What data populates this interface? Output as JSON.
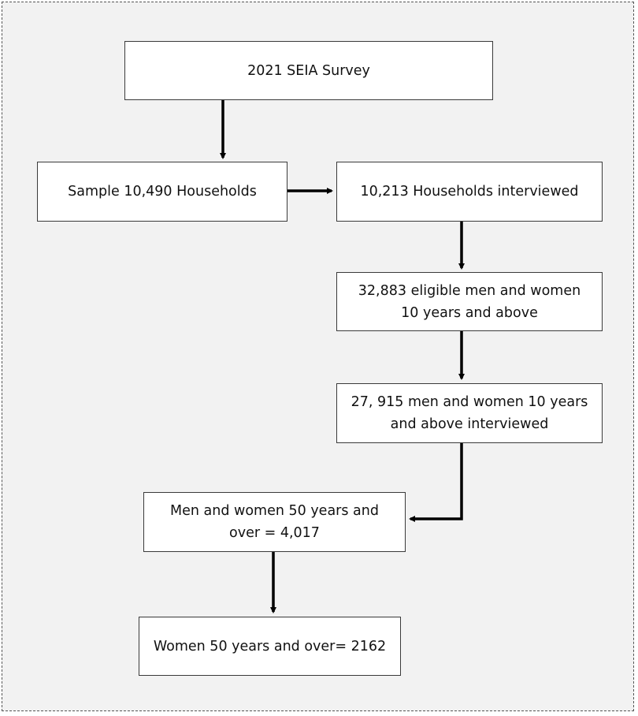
{
  "flowchart": {
    "nodes": {
      "survey": {
        "lines": [
          "2021 SEIA Survey"
        ]
      },
      "sample": {
        "lines": [
          "Sample 10,490 Households"
        ]
      },
      "interviewed_households": {
        "lines": [
          "10,213 Households interviewed"
        ]
      },
      "eligible": {
        "lines": [
          "32,883 eligible men and women",
          "10 years and above"
        ]
      },
      "interviewed_people": {
        "lines": [
          "27, 915 men and women 10 years",
          "and above interviewed"
        ]
      },
      "over50": {
        "lines": [
          "Men and women 50 years and",
          "over = 4,017"
        ]
      },
      "women50": {
        "lines": [
          "Women 50 years and over= 2162"
        ]
      }
    },
    "edges": [
      {
        "from": "survey",
        "to": "sample"
      },
      {
        "from": "sample",
        "to": "interviewed_households"
      },
      {
        "from": "interviewed_households",
        "to": "eligible"
      },
      {
        "from": "eligible",
        "to": "interviewed_people"
      },
      {
        "from": "interviewed_people",
        "to": "over50"
      },
      {
        "from": "over50",
        "to": "women50"
      }
    ]
  }
}
